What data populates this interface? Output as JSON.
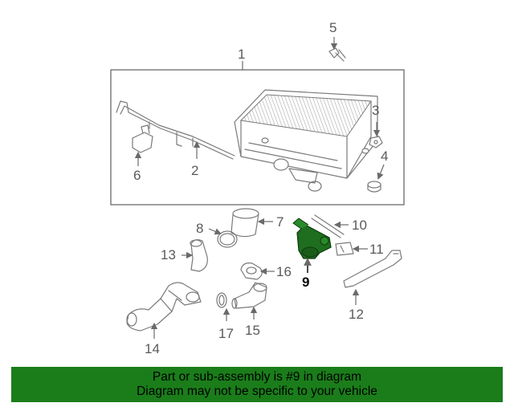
{
  "callouts": {
    "c1": "1",
    "c2": "2",
    "c3": "3",
    "c4": "4",
    "c5": "5",
    "c6": "6",
    "c7": "7",
    "c8": "8",
    "c9": "9",
    "c10": "10",
    "c11": "11",
    "c12": "12",
    "c13": "13",
    "c14": "14",
    "c15": "15",
    "c16": "16",
    "c17": "17"
  },
  "highlight": {
    "part_number": "9",
    "color": "#1f6e1f"
  },
  "banner": {
    "line1": "Part or sub-assembly is #9 in diagram",
    "line2": "Diagram may not be specific to your vehicle",
    "background": "#1a7d1a"
  }
}
